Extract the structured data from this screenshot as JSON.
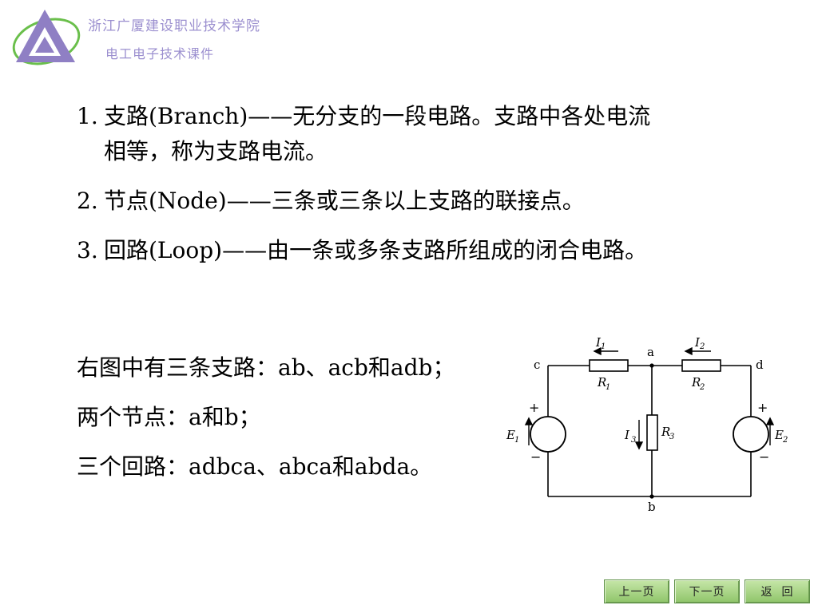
{
  "header": {
    "school": "浙江广厦建设职业技术学院",
    "course": "电工电子技术课件"
  },
  "definitions": [
    {
      "num": "1.",
      "line1": "支路(Branch)——无分支的一段电路。支路中各处电流",
      "line2": "相等，称为支路电流。"
    },
    {
      "num": "2.",
      "line1": "节点(Node)——三条或三条以上支路的联接点。"
    },
    {
      "num": "3.",
      "line1": "回路(Loop)——由一条或多条支路所组成的闭合电路。"
    }
  ],
  "example": {
    "line1": "右图中有三条支路：ab、acb和adb；",
    "line2": "两个节点：a和b；",
    "line3": "三个回路：adbca、abca和abda。"
  },
  "circuit": {
    "nodes": {
      "a": "a",
      "b": "b",
      "c": "c",
      "d": "d"
    },
    "components": {
      "r1": "R",
      "r1_sub": "1",
      "r2": "R",
      "r2_sub": "2",
      "r3": "R",
      "r3_sub": "3",
      "e1": "E",
      "e1_sub": "1",
      "e2": "E",
      "e2_sub": "2"
    },
    "currents": {
      "i1": "I",
      "i1_sub": "1",
      "i2": "I",
      "i2_sub": "2",
      "i3": "I",
      "i3_sub": "3"
    },
    "plus": "+",
    "minus": "−"
  },
  "nav": {
    "prev": "上一页",
    "next": "下一页",
    "back": "返  回"
  },
  "colors": {
    "header_text": "#9b8fcf",
    "logo_purple": "#8f7fc4",
    "logo_green": "#6abf4b",
    "nav_green": "#8fc56a"
  }
}
